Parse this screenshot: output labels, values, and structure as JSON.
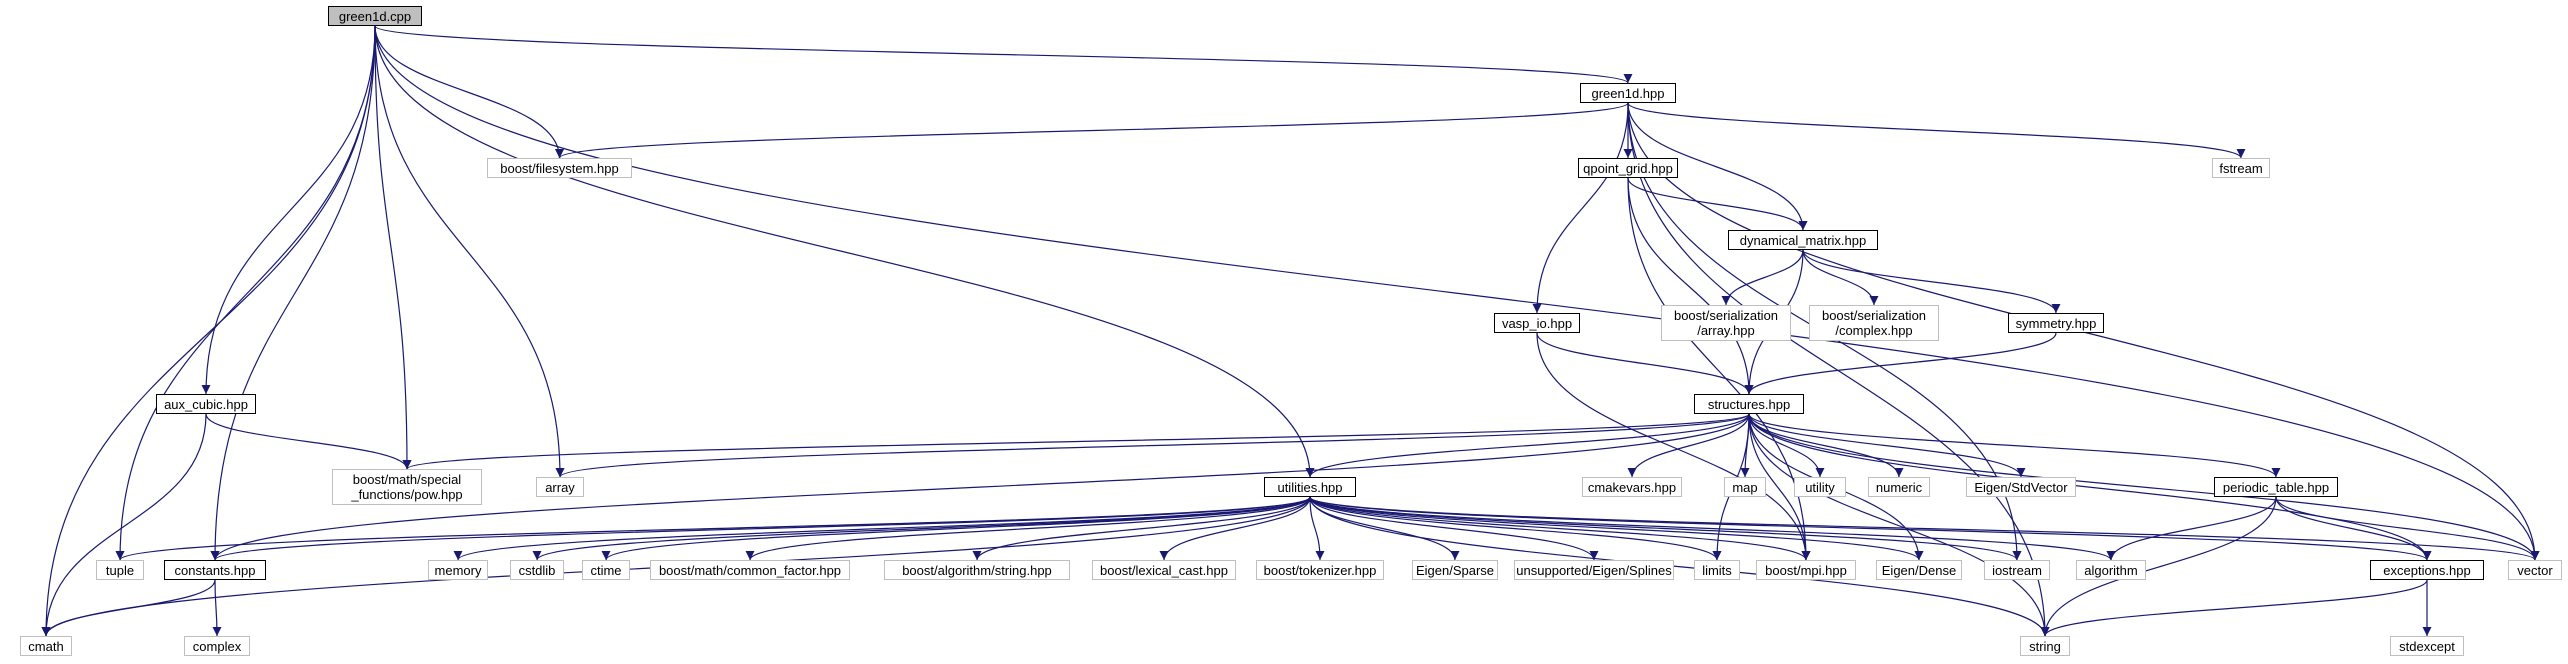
{
  "colors": {
    "edge": "#191970",
    "root_fill": "#bfbfbf",
    "documented_border": "#000000",
    "external_border": "#bfbfbf"
  },
  "nodes": {
    "green1d_cpp": {
      "label": "green1d.cpp",
      "kind": "root"
    },
    "green1d_hpp": {
      "label": "green1d.hpp",
      "kind": "documented"
    },
    "boost_filesystem": {
      "label": "boost/filesystem.hpp",
      "kind": "external"
    },
    "qpoint_grid": {
      "label": "qpoint_grid.hpp",
      "kind": "documented"
    },
    "fstream": {
      "label": "fstream",
      "kind": "external"
    },
    "dynamical_matrix": {
      "label": "dynamical_matrix.hpp",
      "kind": "documented"
    },
    "boost_ser_array": {
      "label": "boost/serialization\n/array.hpp",
      "kind": "external"
    },
    "boost_ser_complex": {
      "label": "boost/serialization\n/complex.hpp",
      "kind": "external"
    },
    "vasp_io": {
      "label": "vasp_io.hpp",
      "kind": "documented"
    },
    "symmetry": {
      "label": "symmetry.hpp",
      "kind": "documented"
    },
    "structures": {
      "label": "structures.hpp",
      "kind": "documented"
    },
    "aux_cubic": {
      "label": "aux_cubic.hpp",
      "kind": "documented"
    },
    "boost_math_pow": {
      "label": "boost/math/special\n_functions/pow.hpp",
      "kind": "external"
    },
    "array": {
      "label": "array",
      "kind": "external"
    },
    "cmakevars": {
      "label": "cmakevars.hpp",
      "kind": "external"
    },
    "map": {
      "label": "map",
      "kind": "external"
    },
    "utility": {
      "label": "utility",
      "kind": "external"
    },
    "numeric": {
      "label": "numeric",
      "kind": "external"
    },
    "eigen_stdvector": {
      "label": "Eigen/StdVector",
      "kind": "external"
    },
    "periodic_table": {
      "label": "periodic_table.hpp",
      "kind": "documented"
    },
    "utilities": {
      "label": "utilities.hpp",
      "kind": "documented"
    },
    "tuple": {
      "label": "tuple",
      "kind": "external"
    },
    "constants": {
      "label": "constants.hpp",
      "kind": "documented"
    },
    "memory": {
      "label": "memory",
      "kind": "external"
    },
    "cstdlib": {
      "label": "cstdlib",
      "kind": "external"
    },
    "ctime": {
      "label": "ctime",
      "kind": "external"
    },
    "boost_common_factor": {
      "label": "boost/math/common_factor.hpp",
      "kind": "external"
    },
    "boost_algo_string": {
      "label": "boost/algorithm/string.hpp",
      "kind": "external"
    },
    "boost_lexical_cast": {
      "label": "boost/lexical_cast.hpp",
      "kind": "external"
    },
    "boost_tokenizer": {
      "label": "boost/tokenizer.hpp",
      "kind": "external"
    },
    "eigen_sparse": {
      "label": "Eigen/Sparse",
      "kind": "external"
    },
    "unsupported_splines": {
      "label": "unsupported/Eigen/Splines",
      "kind": "external"
    },
    "limits": {
      "label": "limits",
      "kind": "external"
    },
    "boost_mpi": {
      "label": "boost/mpi.hpp",
      "kind": "external"
    },
    "eigen_dense": {
      "label": "Eigen/Dense",
      "kind": "external"
    },
    "iostream": {
      "label": "iostream",
      "kind": "external"
    },
    "algorithm": {
      "label": "algorithm",
      "kind": "external"
    },
    "exceptions": {
      "label": "exceptions.hpp",
      "kind": "documented"
    },
    "vector": {
      "label": "vector",
      "kind": "external"
    },
    "cmath": {
      "label": "cmath",
      "kind": "external"
    },
    "complex": {
      "label": "complex",
      "kind": "external"
    },
    "string": {
      "label": "string",
      "kind": "external"
    },
    "stdexcept": {
      "label": "stdexcept",
      "kind": "external"
    }
  },
  "edges": [
    [
      "green1d_cpp",
      "green1d_hpp"
    ],
    [
      "green1d_cpp",
      "boost_filesystem"
    ],
    [
      "green1d_cpp",
      "vector"
    ],
    [
      "green1d_cpp",
      "aux_cubic"
    ],
    [
      "green1d_cpp",
      "boost_math_pow"
    ],
    [
      "green1d_cpp",
      "array"
    ],
    [
      "green1d_cpp",
      "utilities"
    ],
    [
      "green1d_cpp",
      "tuple"
    ],
    [
      "green1d_cpp",
      "constants"
    ],
    [
      "green1d_cpp",
      "cmath"
    ],
    [
      "green1d_hpp",
      "boost_filesystem"
    ],
    [
      "green1d_hpp",
      "qpoint_grid"
    ],
    [
      "green1d_hpp",
      "dynamical_matrix"
    ],
    [
      "green1d_hpp",
      "vasp_io"
    ],
    [
      "green1d_hpp",
      "fstream"
    ],
    [
      "green1d_hpp",
      "iostream"
    ],
    [
      "green1d_hpp",
      "vector"
    ],
    [
      "green1d_hpp",
      "string"
    ],
    [
      "qpoint_grid",
      "dynamical_matrix"
    ],
    [
      "qpoint_grid",
      "structures"
    ],
    [
      "qpoint_grid",
      "boost_mpi"
    ],
    [
      "dynamical_matrix",
      "boost_ser_array"
    ],
    [
      "dynamical_matrix",
      "boost_ser_complex"
    ],
    [
      "dynamical_matrix",
      "symmetry"
    ],
    [
      "dynamical_matrix",
      "structures"
    ],
    [
      "vasp_io",
      "structures"
    ],
    [
      "vasp_io",
      "boost_mpi"
    ],
    [
      "symmetry",
      "structures"
    ],
    [
      "aux_cubic",
      "boost_math_pow"
    ],
    [
      "aux_cubic",
      "cmath"
    ],
    [
      "structures",
      "boost_math_pow"
    ],
    [
      "structures",
      "array"
    ],
    [
      "structures",
      "cmakevars"
    ],
    [
      "structures",
      "map"
    ],
    [
      "structures",
      "utility"
    ],
    [
      "structures",
      "numeric"
    ],
    [
      "structures",
      "eigen_stdvector"
    ],
    [
      "structures",
      "periodic_table"
    ],
    [
      "structures",
      "utilities"
    ],
    [
      "structures",
      "constants"
    ],
    [
      "structures",
      "limits"
    ],
    [
      "structures",
      "boost_mpi"
    ],
    [
      "structures",
      "eigen_dense"
    ],
    [
      "structures",
      "exceptions"
    ],
    [
      "structures",
      "vector"
    ],
    [
      "structures",
      "string"
    ],
    [
      "periodic_table",
      "algorithm"
    ],
    [
      "periodic_table",
      "exceptions"
    ],
    [
      "periodic_table",
      "vector"
    ],
    [
      "periodic_table",
      "string"
    ],
    [
      "utilities",
      "tuple"
    ],
    [
      "utilities",
      "constants"
    ],
    [
      "utilities",
      "memory"
    ],
    [
      "utilities",
      "cstdlib"
    ],
    [
      "utilities",
      "ctime"
    ],
    [
      "utilities",
      "boost_common_factor"
    ],
    [
      "utilities",
      "boost_algo_string"
    ],
    [
      "utilities",
      "boost_lexical_cast"
    ],
    [
      "utilities",
      "boost_tokenizer"
    ],
    [
      "utilities",
      "eigen_sparse"
    ],
    [
      "utilities",
      "unsupported_splines"
    ],
    [
      "utilities",
      "limits"
    ],
    [
      "utilities",
      "boost_mpi"
    ],
    [
      "utilities",
      "eigen_dense"
    ],
    [
      "utilities",
      "iostream"
    ],
    [
      "utilities",
      "algorithm"
    ],
    [
      "utilities",
      "exceptions"
    ],
    [
      "utilities",
      "vector"
    ],
    [
      "utilities",
      "cmath"
    ],
    [
      "utilities",
      "string"
    ],
    [
      "constants",
      "cmath"
    ],
    [
      "constants",
      "complex"
    ],
    [
      "exceptions",
      "string"
    ],
    [
      "exceptions",
      "stdexcept"
    ]
  ]
}
